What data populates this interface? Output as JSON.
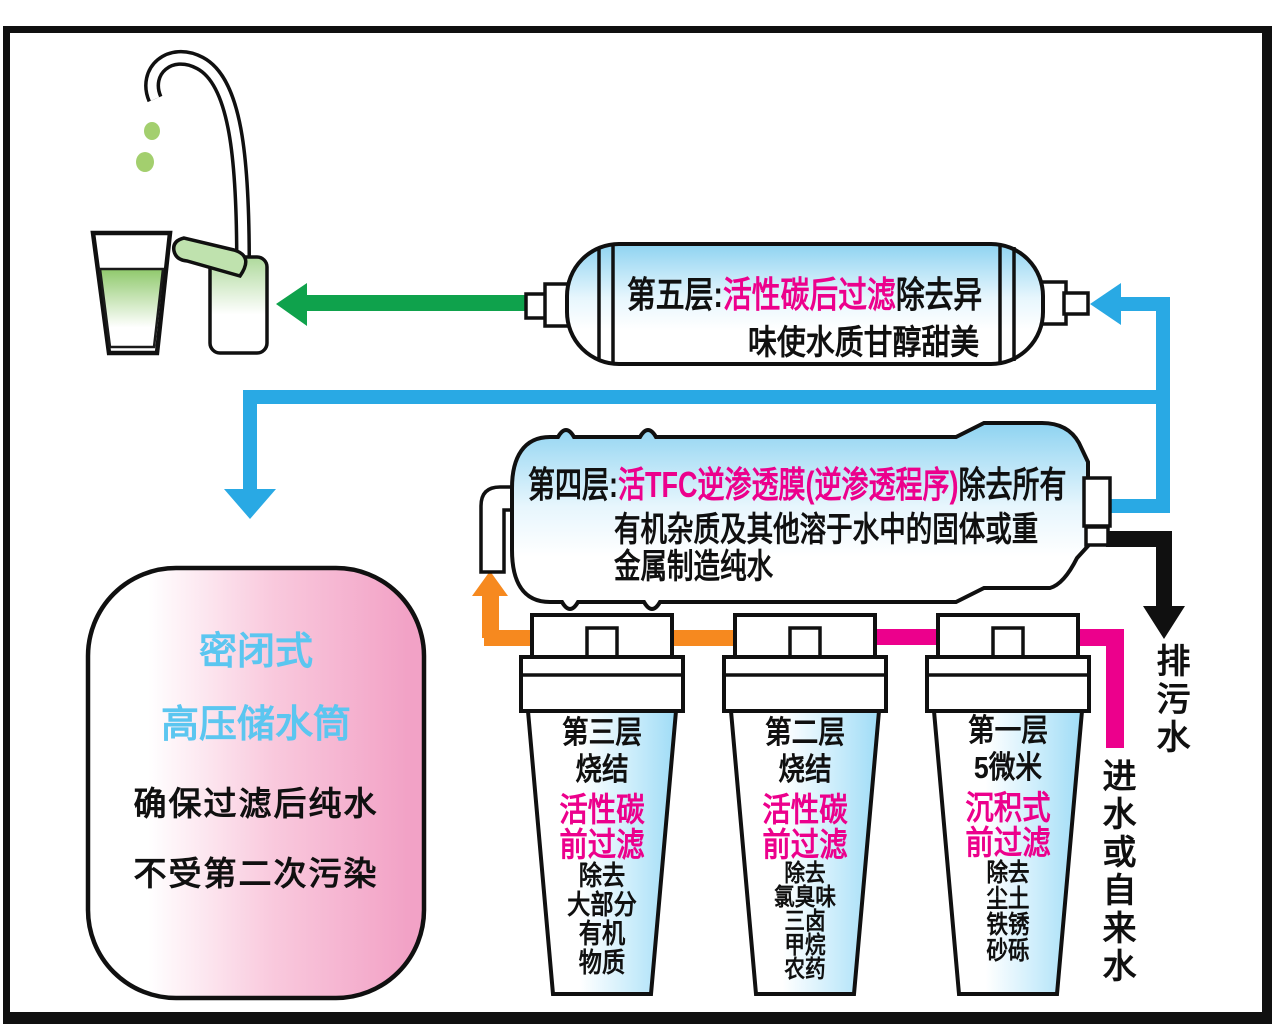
{
  "stage5": {
    "prefix": "第五层:",
    "highlight": "活性碳后过滤",
    "suffix": "除去异",
    "line2": "味使水质甘醇甜美"
  },
  "stage4": {
    "prefix": "第四层:",
    "highlight": "活TFC逆渗透膜(逆渗透程序)",
    "suffix": "除去所有",
    "line2": "有机杂质及其他溶于水中的固体或重",
    "line3": "金属制造纯水"
  },
  "storage_tank": {
    "line1": "密闭式",
    "line2": "高压储水筒",
    "line3": "确保过滤后纯水",
    "line4": "不受第二次污染"
  },
  "stage3": {
    "title": "第三层",
    "subtitle": "烧结",
    "pink1": "活性碳",
    "pink2": "前过滤",
    "desc1": "除去",
    "desc2": "大部分",
    "desc3": "有机",
    "desc4": "物质"
  },
  "stage2": {
    "title": "第二层",
    "subtitle": "烧结",
    "pink1": "活性碳",
    "pink2": "前过滤",
    "desc1": "除去",
    "desc2": "氯臭味",
    "desc3": "三卤",
    "desc4": "甲烷",
    "desc5": "农药"
  },
  "stage1": {
    "title": "第一层",
    "subtitle": "5微米",
    "pink1": "沉积式",
    "pink2": "前过滤",
    "desc1": "除去",
    "desc2": "尘土",
    "desc3": "铁锈",
    "desc4": "砂砾"
  },
  "labels": {
    "drain": "排污水",
    "inlet": "进水或自来水"
  },
  "colors": {
    "magenta": "#EC008C",
    "cyan_pipe": "#29A9E4",
    "green_pipe": "#0FA24C",
    "orange_pipe": "#F6891F",
    "black_pipe": "#101010",
    "cyan_text": "#5BC6F0",
    "tank_pink": "#F2A2C6",
    "vessel_blue": "#97D7F3"
  }
}
